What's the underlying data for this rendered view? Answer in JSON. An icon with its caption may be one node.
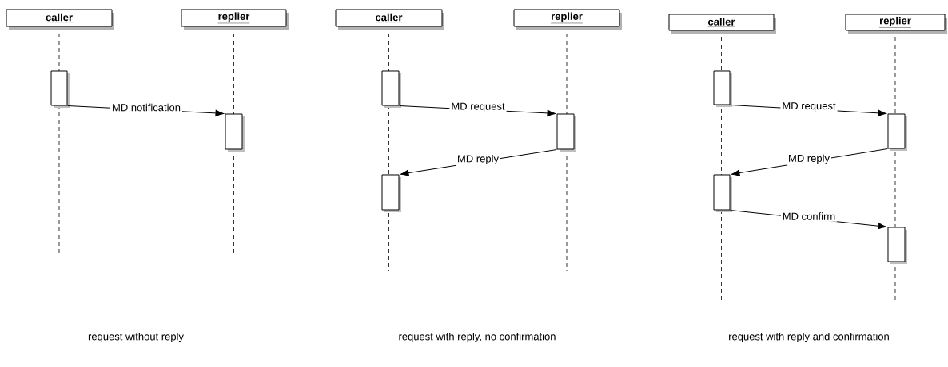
{
  "diagram": {
    "nodes": [
      {
        "text": [
          "caller"
        ]
      },
      {
        "text": [
          "replier"
        ]
      },
      {
        "text": [],
        "shape": "box"
      },
      {
        "text": [],
        "shape": "box"
      },
      {
        "text": [
          "caller"
        ]
      },
      {
        "text": [
          "replier"
        ]
      },
      {
        "text": [],
        "shape": "box"
      },
      {
        "text": [],
        "shape": "box"
      },
      {
        "text": [],
        "shape": "box"
      },
      {
        "text": [
          "caller"
        ]
      },
      {
        "text": [
          "replier"
        ]
      },
      {
        "text": [],
        "shape": "box"
      },
      {
        "text": [],
        "shape": "box"
      },
      {
        "text": [],
        "shape": "box"
      },
      {
        "text": [],
        "shape": "box"
      }
    ],
    "edges": [
      {
        "from": 2,
        "to": 3,
        "arrow": "to",
        "label": "MD notification"
      },
      {
        "from": 6,
        "to": 7,
        "arrow": "to",
        "label": "MD request"
      },
      {
        "from": 7,
        "to": 8,
        "arrow": "to",
        "label": "MD reply"
      },
      {
        "from": 11,
        "to": 12,
        "arrow": "to",
        "label": "MD request"
      },
      {
        "from": 12,
        "to": 13,
        "arrow": "to",
        "label": "MD reply"
      },
      {
        "from": 13,
        "to": 14,
        "arrow": "to",
        "label": "MD confirm"
      }
    ],
    "labels": [
      "request without reply",
      "request with reply, no confirmation",
      "request with reply and confirmation"
    ]
  }
}
